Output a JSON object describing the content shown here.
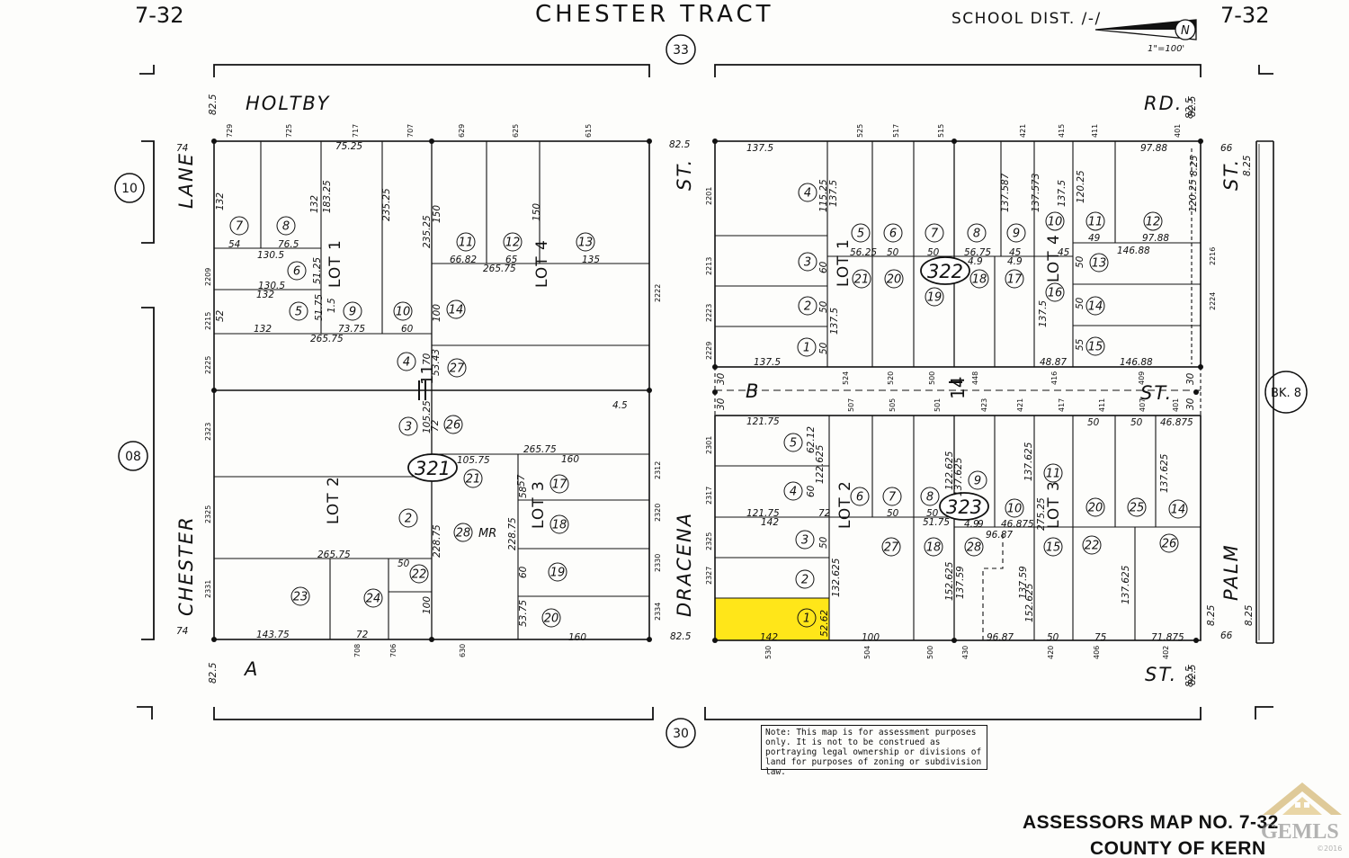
{
  "header": {
    "map_ref_left": "7-32",
    "map_ref_right": "7-32",
    "title": "CHESTER TRACT",
    "school_district": "SCHOOL DIST. /-/",
    "scale": "1\"=100'",
    "north_arrow": "compass-north-icon",
    "book_top": "33",
    "book_bottom": "30",
    "book_left_top": "10",
    "book_left_bottom": "08",
    "book_right": "BK. 8"
  },
  "streets": {
    "holtby": "HOLTBY",
    "rd": "RD.",
    "lane": "LANE",
    "chester": "CHESTER",
    "st_top": "ST.",
    "dracena": "DRACENA",
    "b": "B",
    "b_st": "ST.",
    "palm": "PALM",
    "st_palm": "ST.",
    "a": "A",
    "a_st": "ST."
  },
  "blocks": [
    {
      "label": "321"
    },
    {
      "label": "322"
    },
    {
      "label": "323"
    }
  ],
  "block_markers": {
    "left": "11",
    "right": "14"
  },
  "lot_labels": {
    "b321_lot1": "LOT 1",
    "b321_lot2": "LOT 2",
    "b321_lot3": "LOT 3",
    "b321_lot4": "LOT 4",
    "b322_lot1": "LOT 1",
    "b322_lot4": "LOT 4",
    "b323_lot2": "LOT 2",
    "b323_lot3": "LOT 3",
    "mr": "MR"
  },
  "parcels_321": [
    "7",
    "8",
    "6",
    "5",
    "9",
    "10",
    "11",
    "12",
    "13",
    "14",
    "4",
    "27",
    "3",
    "26",
    "21",
    "17",
    "2",
    "28",
    "18",
    "19",
    "22",
    "23",
    "24",
    "20"
  ],
  "parcels_322": [
    "4",
    "5",
    "6",
    "7",
    "8",
    "9",
    "10",
    "11",
    "12",
    "3",
    "21",
    "20",
    "19",
    "18",
    "17",
    "16",
    "13",
    "2",
    "14",
    "1",
    "15"
  ],
  "parcels_323": [
    "5",
    "4",
    "6",
    "7",
    "8",
    "9",
    "10",
    "11",
    "3",
    "2",
    "1",
    "27",
    "18",
    "28",
    "15",
    "22",
    "20",
    "25",
    "14",
    "26"
  ],
  "dimensions": {
    "d82_5a": "82.5",
    "d74a": "74",
    "d75_25": "75.25",
    "d132a": "132",
    "d54": "54",
    "d76_5": "76.5",
    "d130_5a": "130.5",
    "d130_5b": "130.5",
    "d132b": "132",
    "d132c": "132",
    "d51_25": "51.25",
    "d51_75": "51.75",
    "d1_5": "1.5",
    "d73_75": "73.75",
    "d183_25": "183.25",
    "d132d": "132",
    "d235_25a": "235.25",
    "d235_25b": "235.25",
    "d150a": "150",
    "d150b": "150",
    "d60a": "60",
    "d52": "52",
    "d265_75a": "265.75",
    "d100a": "100",
    "d66_82": "66.82",
    "d65": "65",
    "d265_75b": "265.75",
    "d135": "135",
    "d70": "70",
    "d53_43": "53.43",
    "d45": "4.5",
    "d105_25": "105.25",
    "d72a": "72",
    "d105_75": "105.75",
    "d265_75c": "265.75",
    "d160a": "160",
    "d57": "57",
    "d58": "58",
    "d228_75a": "228.75",
    "d228_75b": "228.75",
    "d265_75d": "265.75",
    "d50a": "50",
    "d60b": "60",
    "d53_75": "53.75",
    "d100b": "100",
    "d143_75": "143.75",
    "d72b": "72",
    "d160b": "160",
    "d74b": "74",
    "d82_5b": "82.5",
    "d82_5c": "82.5",
    "d82_5d": "82.5",
    "d137_5a": "137.5",
    "d115_25": "115.25",
    "d137_5b": "137.5",
    "d56_25": "56.25",
    "d50b": "50",
    "d50c": "50",
    "d56_75": "56.75",
    "d45b": "45",
    "d45c": "45",
    "d137_587": "137.587",
    "d137_573": "137.573",
    "d137_5c": "137.5",
    "d120_25a": "120.25",
    "d97_88a": "97.88",
    "d97_88b": "97.88",
    "d49": "49",
    "d146_88a": "146.88",
    "d120_25b": "120.25",
    "d8_25a": "8.25",
    "d66a": "66",
    "d8_25b": "8.25",
    "d60c": "60",
    "d50d": "50",
    "d50e": "50",
    "d137_5d": "137.5",
    "d50f": "50",
    "d49b": "4.9",
    "d49c": "4.9",
    "d50g": "50",
    "d137_5e": "137.5",
    "d55": "55",
    "d137_5f": "137.5",
    "d48_87": "48.87",
    "d146_88b": "146.88",
    "d30a": "30",
    "d30b": "30",
    "d30c": "30",
    "d30d": "30",
    "d82_5e": "82.5",
    "d82_5f": "82.5",
    "d121_75a": "121.75",
    "d62_12": "62.12",
    "d122_625a": "122.625",
    "d60d": "60",
    "d122_625b": "122.625",
    "d137_625a": "137.625",
    "d137_625b": "137.625",
    "d50h": "50",
    "d50i": "50",
    "d46_875a": "46.875",
    "d137_625c": "137.625",
    "d121_75b": "121.75",
    "d72c": "72",
    "d142a": "142",
    "d50j": "50",
    "d50k": "50",
    "d51_75b": "51.75",
    "d49d": "4.9",
    "d9": "9",
    "d46_875b": "46.875",
    "d275_25": "275.25",
    "d96_87a": "96.87",
    "d50l": "50",
    "d132_625": "132.625",
    "d52_62": "52.62",
    "d152_625a": "152.625",
    "d152_625b": "152.625",
    "d137_59a": "137.59",
    "d137_59b": "137.59",
    "d137_625d": "137.625",
    "d142b": "142",
    "d100c": "100",
    "d96_87b": "96.87",
    "d50m": "50",
    "d75": "75",
    "d71_875": "71.875",
    "d8_25c": "8.25",
    "d8_25d": "8.25",
    "d66b": "66",
    "d82_5g": "82.5",
    "d82_5h": "82.5"
  },
  "addresses": {
    "a729": "729",
    "a725": "725",
    "a717": "717",
    "a707": "707",
    "a629": "629",
    "a625": "625",
    "a615": "615",
    "a2209": "2209",
    "a2215": "2215",
    "a2225": "2225",
    "a2323": "2323",
    "a2325": "2325",
    "a2331": "2331",
    "a2222": "2222",
    "a2312": "2312",
    "a2320": "2320",
    "a2330": "2330",
    "a2334": "2334",
    "a708": "708",
    "a706": "706",
    "a630": "630",
    "a525": "525",
    "a517": "517",
    "a515": "515",
    "a421": "421",
    "a415": "415",
    "a411": "411",
    "a401": "401",
    "a2201": "2201",
    "a2213": "2213",
    "a2223": "2223",
    "a2229": "2229",
    "a2216": "2216",
    "a2224": "2224",
    "a524": "524",
    "a520": "520",
    "a500": "500",
    "a448": "448",
    "a416": "416",
    "a409": "409",
    "a507": "507",
    "a505": "505",
    "a501": "501",
    "a423": "423",
    "a421b": "421",
    "a417": "417",
    "a411b": "411",
    "a407": "407",
    "a401b": "401",
    "a2301": "2301",
    "a2317": "2317",
    "a2325b": "2325",
    "a2327": "2327",
    "a530": "530",
    "a504": "504",
    "a500b": "500",
    "a430": "430",
    "a420": "420",
    "a406": "406",
    "a402": "402"
  },
  "note": "Note: This map is for assessment purposes only. It is not to be construed as portraying legal ownership or divisions of land for purposes of zoning or subdivision law.",
  "footer": {
    "map_no": "ASSESSORS MAP NO. 7-32",
    "county": "COUNTY OF KERN"
  },
  "watermark": {
    "text": "GEMLS",
    "year": "©2016",
    "icon": "house-logo-icon"
  },
  "highlight_color": "#ffe619"
}
